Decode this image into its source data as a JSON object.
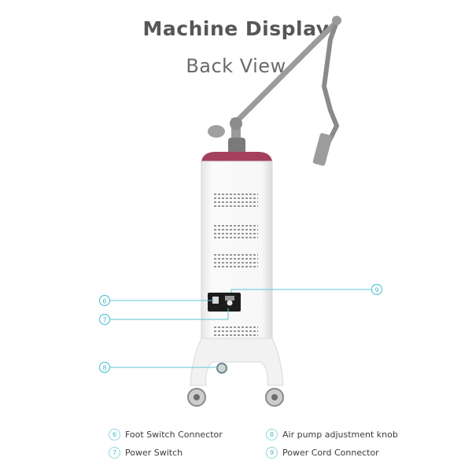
{
  "header": {
    "title": "Machine Display",
    "subtitle": "Back View"
  },
  "callouts": [
    {
      "num": "6"
    },
    {
      "num": "7"
    },
    {
      "num": "8"
    },
    {
      "num": "9"
    }
  ],
  "legend": {
    "items": [
      {
        "num": "6",
        "label": "Foot Switch Connector"
      },
      {
        "num": "7",
        "label": "Power Switch"
      },
      {
        "num": "8",
        "label": "Air pump adjustment knob"
      },
      {
        "num": "9",
        "label": "Power Cord Connector"
      }
    ]
  },
  "colors": {
    "accent": "#5cc6d4",
    "body": "#f4f4f4",
    "top_trim": "#a4405e",
    "text": "#565656"
  }
}
